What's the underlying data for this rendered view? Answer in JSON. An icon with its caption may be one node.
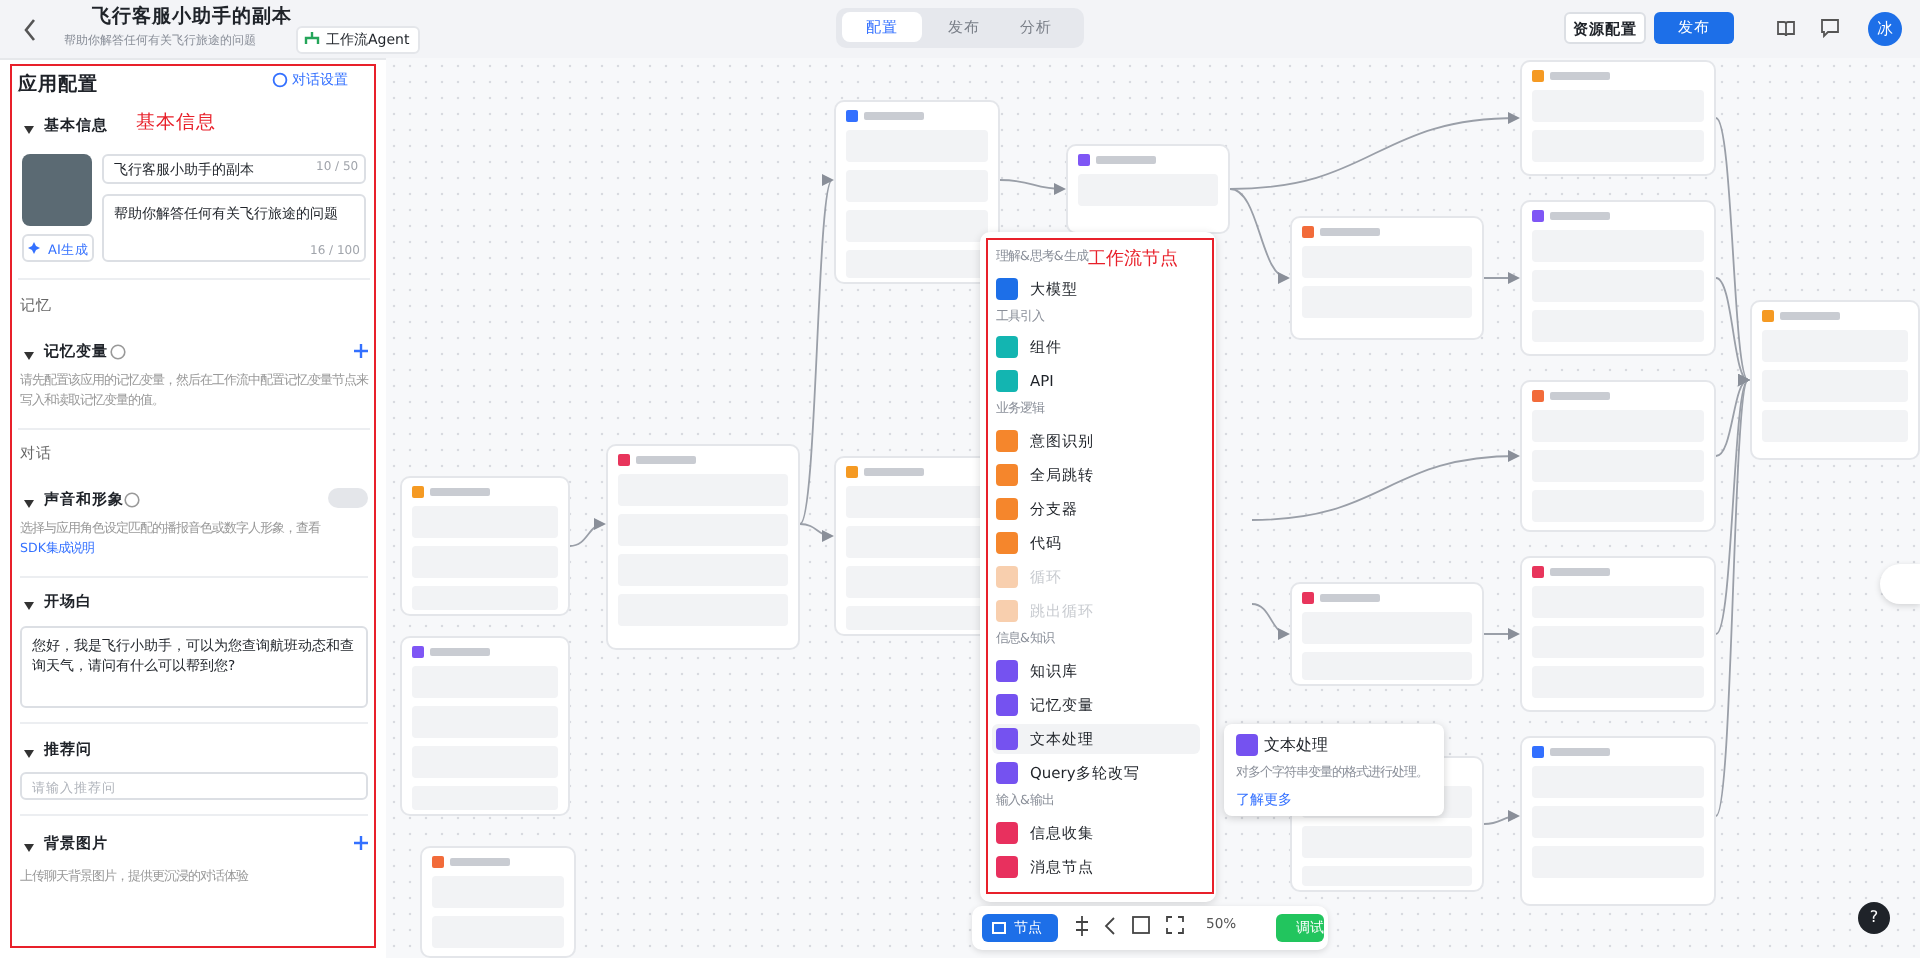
{
  "diagram": {
    "nodes": [
      {
        "text": [
          "基本信息"
        ]
      },
      {
        "text": [
          "工作流节点"
        ]
      },
      {
        "text": [
          "文本处理",
          "对多个字符串变量的格式进行处理。",
          "了解更多"
        ]
      },
      {
        "text": [],
        "shape": "box"
      },
      {
        "text": [],
        "shape": "box"
      },
      {
        "text": [],
        "shape": "box"
      },
      {
        "text": [],
        "shape": "box"
      },
      {
        "text": [],
        "shape": "box"
      },
      {
        "text": [],
        "shape": "box"
      },
      {
        "text": [],
        "shape": "box"
      },
      {
        "text": [],
        "shape": "box"
      },
      {
        "text": [],
        "shape": "box"
      },
      {
        "text": [],
        "shape": "box"
      },
      {
        "text": [],
        "shape": "box"
      },
      {
        "text": [],
        "shape": "box"
      },
      {
        "text": [],
        "shape": "box"
      },
      {
        "text": [],
        "shape": "box"
      },
      {
        "text": [],
        "shape": "box"
      },
      {
        "text": [],
        "shape": "box"
      }
    ],
    "edges": [
      {
        "from": 3,
        "to": 6,
        "arrow": "to"
      },
      {
        "from": 6,
        "to": 7,
        "arrow": "to"
      },
      {
        "from": 6,
        "to": 8,
        "arrow": "to"
      },
      {
        "from": 7,
        "to": 9,
        "arrow": "to"
      },
      {
        "from": 9,
        "to": 13,
        "arrow": "to"
      },
      {
        "from": 9,
        "to": 10,
        "arrow": "to"
      },
      {
        "from": 10,
        "to": 14,
        "arrow": "to"
      },
      {
        "from": null,
        "to": 15,
        "arrow": "to"
      },
      {
        "from": null,
        "to": 11,
        "arrow": "to"
      },
      {
        "from": 11,
        "to": 16,
        "arrow": "to"
      },
      {
        "from": 12,
        "to": 17,
        "arrow": "to"
      },
      {
        "from": 13,
        "to": 18,
        "arrow": "to"
      },
      {
        "from": 14,
        "to": 18,
        "arrow": "to"
      },
      {
        "from": 15,
        "to": 18,
        "arrow": "to"
      },
      {
        "from": 16,
        "to": 18,
        "arrow": "to"
      },
      {
        "from": 17,
        "to": 18,
        "arrow": "to"
      }
    ],
    "labels": [
      "飞行客服小助手的副本",
      "帮助你解答任何有关飞行旅途的问题",
      "工作流Agent",
      "配置",
      "发布",
      "分析",
      "资源配置",
      "发布",
      "冰",
      "应用配置",
      "对话设置",
      "基本信息",
      "飞行客服小助手的副本",
      "10 / 50",
      "帮助你解答任何有关飞行旅途的问题",
      "16 / 100",
      "AI生成",
      "记忆",
      "记忆变量",
      "请先配置该应用的记忆变量，然后在工作流中配置记忆变量节点来写入和读取记忆变量的值。",
      "对话",
      "声音和形象",
      "选择与应用角色设定匹配的播报音色或数字人形象，查看",
      "SDK集成说明",
      "开场白",
      "您好，我是飞行小助手，可以为您查询航班动态和查询天气，请问有什么可以帮到您?",
      "推荐问",
      "请输入推荐问",
      "背景图片",
      "上传聊天背景图片，提供更沉浸的对话体验",
      "理解&思考&生成",
      "大模型",
      "工具引入",
      "组件",
      "API",
      "业务逻辑",
      "意图识别",
      "全局跳转",
      "分支器",
      "代码",
      "循环",
      "跳出循环",
      "信息&知识",
      "知识库",
      "记忆变量",
      "文本处理",
      "Query多轮改写",
      "输入&输出",
      "信息收集",
      "消息节点",
      "节点",
      "50%",
      "调试",
      "?"
    ]
  }
}
